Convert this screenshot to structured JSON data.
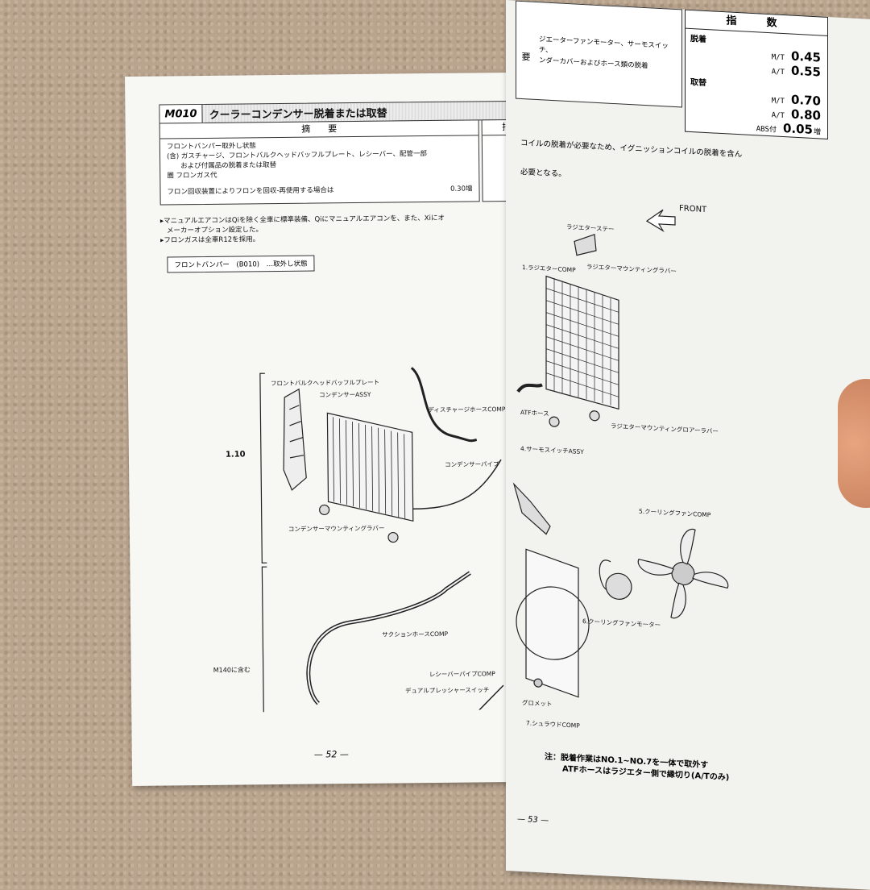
{
  "left_page": {
    "code": "M010",
    "title": "クーラーコンデンサー脱着または取替",
    "summary_header": "摘　　要",
    "summary_lines": [
      "フロントバンパー取外し状態",
      "(含) ガスチャージ、フロントバルクヘッドバッフルプレート、レシーバー、配管一部",
      "　　および付属品の脱着または取替",
      "圏 フロンガス代"
    ],
    "summary_extra_label": "フロン回収装置によりフロンを回収-再使用する場合は",
    "summary_extra_value": "0.30増",
    "side_header": "指",
    "notes": [
      "マニュアルエアコンはQiを除く全車に標準装備、Qiにマニュアルエアコンを、また、Xiにオ",
      "メーカーオプション設定した。",
      "フロンガスは全車R12を採用。"
    ],
    "bumper_box": "フロントバンパー　(B010)　…取外し状態",
    "labels": {
      "baffle": "フロントバルクヘッドバッフルプレート",
      "condenser": "コンデンサーASSY",
      "discharge_hose": "ディスチャージホースCOMP",
      "condenser_pipe": "コンデンサーパイプ",
      "mount_rubber": "コンデンサーマウンティングラバー",
      "suction_hose": "サクションホースCOMP",
      "receiver_pipe": "レシーバーパイプCOMP",
      "dual_switch": "デュアルプレッシャースイッチ",
      "ref_110": "1.10",
      "ref_m140": "M140に含む"
    },
    "page_number": "— 52 —"
  },
  "right_page": {
    "summary_header": "要",
    "summary_lines": [
      "ジエーターファンモーター、サーモスイッチ、",
      "ンダーカバーおよびホース類の脱着"
    ],
    "index": {
      "header": "指　数",
      "groups": [
        {
          "name": "脱着",
          "rows": [
            {
              "k": "M/T",
              "v": "0.45",
              "suffix": ""
            },
            {
              "k": "A/T",
              "v": "0.55",
              "suffix": ""
            }
          ]
        },
        {
          "name": "取替",
          "rows": [
            {
              "k": "M/T",
              "v": "0.70",
              "suffix": ""
            },
            {
              "k": "A/T",
              "v": "0.80",
              "suffix": ""
            }
          ]
        }
      ],
      "abs_label": "ABS付",
      "abs_value": "0.05",
      "abs_suffix": "増"
    },
    "body_text": [
      "コイルの脱着が必要なため、イグニッションコイルの脱着を含ん",
      "必要となる。"
    ],
    "labels": {
      "front": "FRONT",
      "stay": "ラジエターステー",
      "radiator": "1.ラジエターCOMP",
      "mount_rubber_upper": "ラジエターマウンティングラバー",
      "atf_hose": "ATFホース",
      "thermo_switch": "4.サーモスイッチASSY",
      "mount_rubber_lower": "ラジエターマウンティングロアーラバー",
      "fan": "5.クーリングファンCOMP",
      "fan_motor": "6.クーリングファンモーター",
      "grommet": "グロメット",
      "shroud": "7.シュラウドCOMP"
    },
    "note_lines": [
      "注：脱着作業はNO.1~NO.7を一体で取外す",
      "ATFホースはラジエター側で縁切り(A/Tのみ)"
    ],
    "page_number": "— 53 —"
  }
}
